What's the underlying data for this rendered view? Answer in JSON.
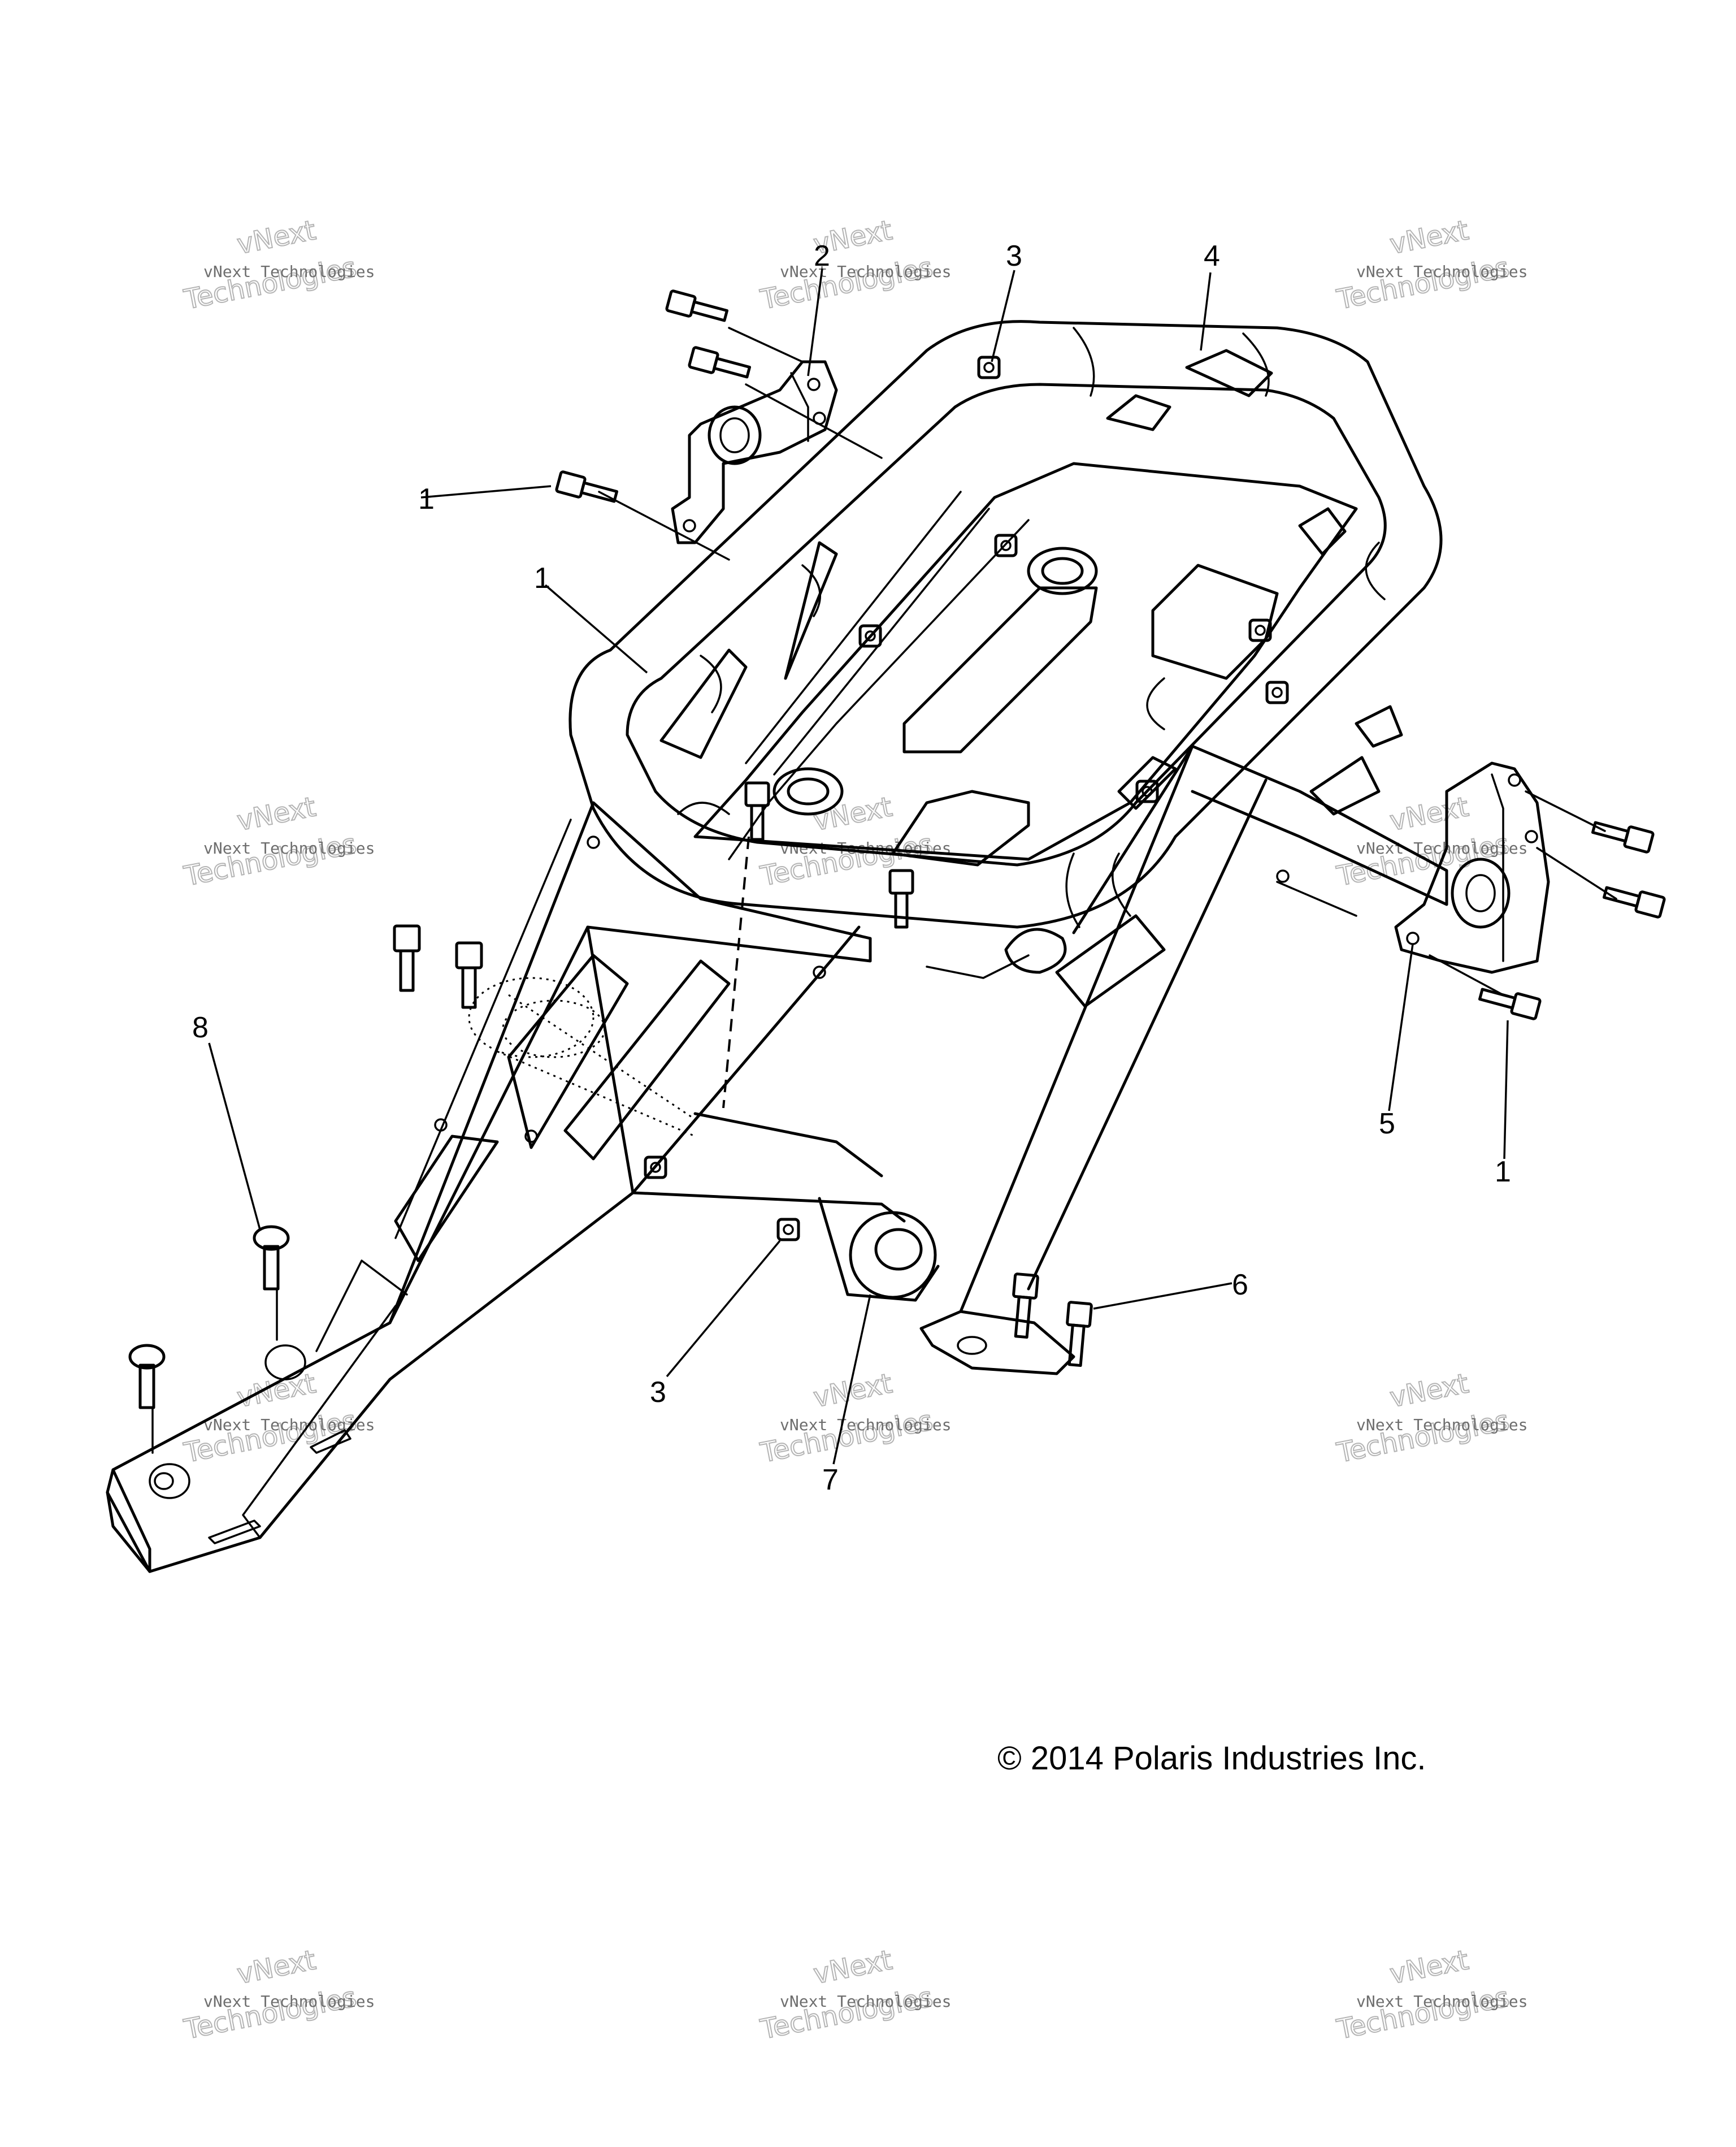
{
  "callouts": [
    "1",
    "2",
    "3",
    "4",
    "1",
    "1",
    "5",
    "8",
    "3",
    "7",
    "6"
  ],
  "watermark": {
    "line1": "vNext Technologies",
    "line2": "Technologies",
    "line3": "vNext"
  },
  "copyright": "© 2014 Polaris Industries Inc.",
  "colors": {
    "line": "#000000",
    "watermark": "#b4b4b4",
    "background": "#ffffff"
  }
}
